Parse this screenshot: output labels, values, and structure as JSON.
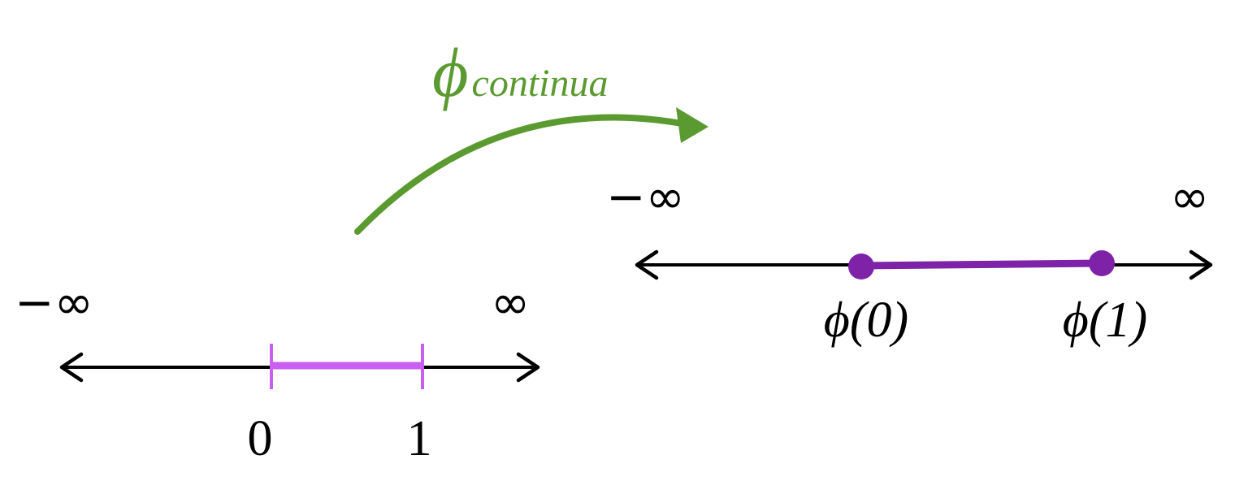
{
  "mapping": {
    "symbol": "ϕ",
    "subscript": "continua",
    "color": "#5b9a31"
  },
  "left_line": {
    "neg_inf_label": "−∞",
    "pos_inf_label": "∞",
    "tick_0_label": "0",
    "tick_1_label": "1",
    "interval_color": "#c95ef0"
  },
  "right_line": {
    "neg_inf_label": "−∞",
    "pos_inf_label": "∞",
    "point_0_label": "ϕ(0)",
    "point_1_label": "ϕ(1)",
    "interval_color": "#7e22a8"
  }
}
